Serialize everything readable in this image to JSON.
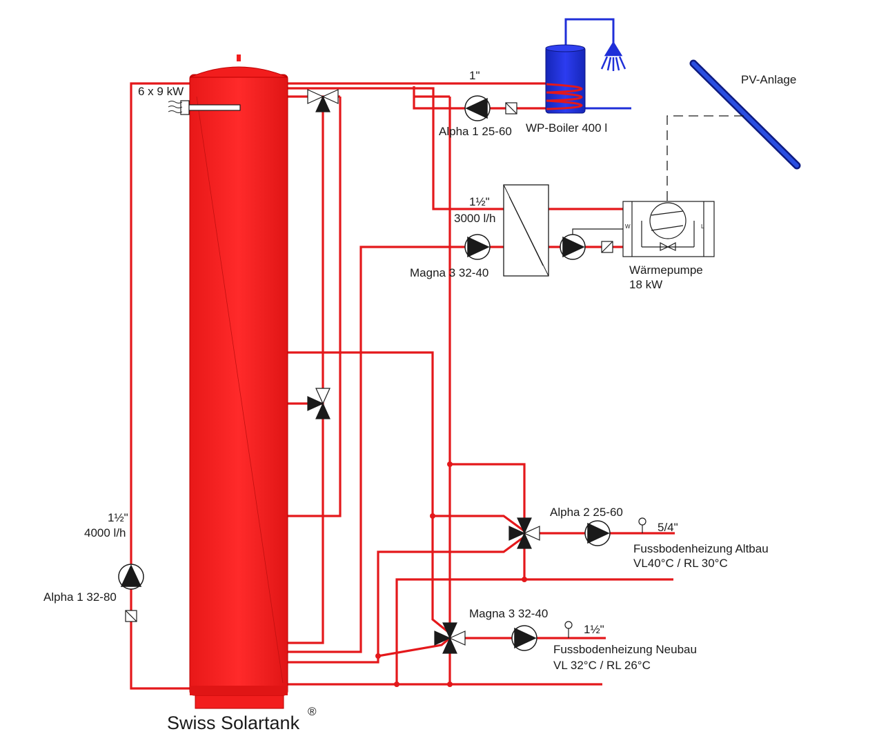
{
  "colors": {
    "pipe": "#e4181b",
    "tank": "#f21d1d",
    "tank_shade": "#d81414",
    "boiler": "#1f2fd8",
    "pv": "#1d3fcf",
    "line": "#1a1a1a"
  },
  "tank": {
    "name": "Swiss Solartank",
    "mark": "®"
  },
  "heater": {
    "label": "6 x 9 kW"
  },
  "top_pipe": {
    "size": "1\""
  },
  "boiler": {
    "label": "WP-Boiler 400 l",
    "pump": "Alpha 1 25-60"
  },
  "pv": {
    "label": "PV-Anlage"
  },
  "heat_exchanger_loop": {
    "size": "1½\"",
    "flow": "3000 l/h",
    "pump": "Magna 3 32-40"
  },
  "heat_pump": {
    "label": "Wärmepumpe",
    "power": "18 kW",
    "side_w": "W",
    "side_l": "L"
  },
  "left_loop": {
    "size": "1½\"",
    "flow": "4000 l/h",
    "pump": "Alpha 1 32-80"
  },
  "circuit_altbau": {
    "pump": "Alpha 2 25-60",
    "size": "5/4\"",
    "name": "Fussbodenheizung Altbau",
    "temps": "VL40°C / RL 30°C"
  },
  "circuit_neubau": {
    "pump": "Magna 3 32-40",
    "size": "1½\"",
    "name": "Fussbodenheizung Neubau",
    "temps": "VL 32°C / RL 26°C"
  }
}
